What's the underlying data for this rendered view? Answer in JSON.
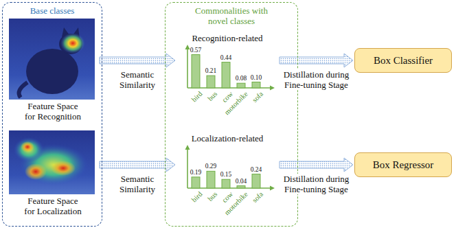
{
  "diagram": {
    "nodes": [
      {
        "text": [
          "Base classes"
        ]
      },
      {
        "text": [
          "Feature Space for Recognition"
        ],
        "in": 0
      },
      {
        "text": [
          "Feature Space for Localization"
        ],
        "in": 0
      },
      {
        "text": [
          "Commonalities with novel classes"
        ]
      },
      {
        "text": [
          "Recognition-related"
        ],
        "in": 3
      },
      {
        "text": [
          "Localization-related"
        ],
        "in": 3
      },
      {
        "text": [
          "Box Classifier"
        ]
      },
      {
        "text": [
          "Box Regressor"
        ]
      }
    ],
    "edges": [
      {
        "from": 1,
        "to": 4,
        "arrow": "to",
        "label": "Semantic Similarity"
      },
      {
        "from": 2,
        "to": 5,
        "arrow": "to",
        "label": "Semantic Similarity"
      },
      {
        "from": 4,
        "to": 6,
        "arrow": "to",
        "label": "Distillation during Fine-tuning Stage"
      },
      {
        "from": 5,
        "to": 7,
        "arrow": "to",
        "label": "Distillation during Fine-tuning Stage"
      }
    ],
    "labels": [
      "0.57",
      "0.21",
      "0.44",
      "0.08",
      "0.10",
      "bird",
      "bus",
      "cow",
      "motorbike",
      "sofa",
      "0.19",
      "0.29",
      "0.15",
      "0.04",
      "0.24",
      "bird",
      "bus",
      "cow",
      "motorbike",
      "sofa"
    ]
  }
}
